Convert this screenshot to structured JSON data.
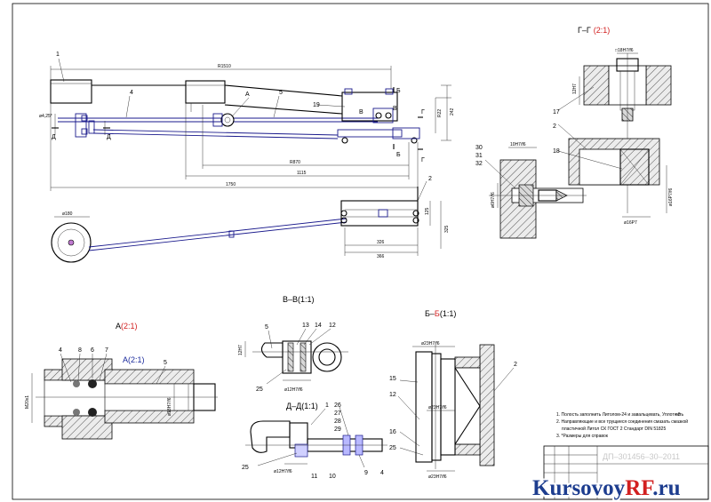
{
  "views": {
    "gg": {
      "title": "Г–Г",
      "scale": "(2:1)"
    },
    "a": {
      "title": "А",
      "scale": "(2:1)",
      "inner_title": "А",
      "inner_scale": "(2:1)"
    },
    "vv": {
      "title": "В–В(1:1)"
    },
    "bb": {
      "title": "Б–",
      "title2": "Б",
      "scale": "(1:1)"
    },
    "dd": {
      "title": "Д–Д(1:1)"
    }
  },
  "main": {
    "pos_1": "1",
    "pos_4": "4",
    "pos_5": "5",
    "pos_19": "19",
    "pos_2": "2",
    "sec_A": "А",
    "sec_B1": "Б",
    "sec_B2": "Б",
    "sec_V1": "В",
    "sec_V2": "В",
    "sec_G1": "Г",
    "sec_G2": "Г",
    "sec_D1": "Д",
    "sec_D2": "Д",
    "dims": {
      "d1": "R1510",
      "d2": "R870",
      "d3": "1115",
      "d4": "1750",
      "d5": "ø4,25*",
      "d6": "242",
      "d7": "R22",
      "d8": "ø180",
      "d9": "125",
      "d10": "326",
      "d11": "366",
      "d12": "325"
    }
  },
  "gg_view": {
    "p17": "17",
    "p2": "2",
    "p18": "18",
    "p30": "30",
    "p31": "31",
    "p32": "32",
    "dims": {
      "t1": "□18H7/f6",
      "t2": "12H7",
      "t3": "10H7/f6",
      "t4": "ø6H7/f6",
      "t5": "ø16P7",
      "t6": "ø16P7/f6"
    }
  },
  "a_view": {
    "p4": "4",
    "p8": "8",
    "p6": "6",
    "p7": "7",
    "p5": "5",
    "dims": {
      "d1": "M20x1",
      "d2": "ø18H7/f6"
    }
  },
  "vv_view": {
    "p5": "5",
    "p13": "13",
    "p14": "14",
    "p12": "12",
    "p25": "25",
    "dims": {
      "d1": "12H7",
      "d2": "ø12H7/f6"
    }
  },
  "dd_view": {
    "p1": "1",
    "p26": "26",
    "p27": "27",
    "p28": "28",
    "p29": "29",
    "p25": "25",
    "p11": "11",
    "p10": "10",
    "p9": "9",
    "p4": "4",
    "dims": {
      "d1": "ø12H7/f6"
    }
  },
  "bb_view": {
    "p15": "15",
    "p2": "2",
    "p12": "12",
    "p16": "16",
    "p25": "25",
    "dims": {
      "d1": "ø23H7/f6",
      "d2": "ø23H7/f6",
      "d3": "ø23H7/f6"
    }
  },
  "notes": {
    "n1": "1. Полость заполнить Литолом-24 и завальцевать, Уплотнить",
    "n1b": "≈3",
    "n2": "2. Направляющие и все трущиеся соединения смазать смазкой",
    "n2b": "пластичной Литол СК ГОСТ 2 Стандарт DIN 51825",
    "n3": "3. *Размеры для справок"
  },
  "stamp": {
    "code": "ДП–301456–30–2011"
  },
  "watermark": {
    "brand": "KursovoyRF",
    "tld": ".ru"
  }
}
